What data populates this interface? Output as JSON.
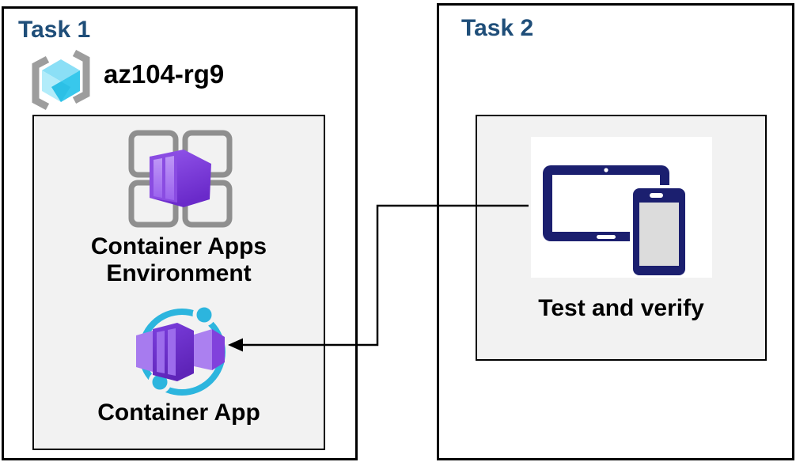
{
  "diagram": {
    "task1": {
      "title": "Task 1",
      "resource_group": {
        "name": "az104-rg9",
        "icon": "resource-group-icon"
      },
      "group_items": [
        {
          "label": "Container Apps Environment",
          "icon": "container-apps-environment-icon"
        },
        {
          "label": "Container App",
          "icon": "container-app-icon"
        }
      ]
    },
    "task2": {
      "title": "Task 2",
      "items": [
        {
          "label": "Test and verify",
          "icon": "devices-icon"
        }
      ]
    },
    "connector": {
      "from": "test-and-verify-icon",
      "to": "container-app-icon",
      "shape": "elbow",
      "arrowhead": "left"
    }
  },
  "colors": {
    "task_title": "#1F4E79",
    "box_border": "#000000",
    "inner_panel_bg": "#F2F2F2",
    "purple_main": "#7B3DE2",
    "purple_light": "#A97CF0",
    "purple_dark": "#6526BC",
    "ring_cyan": "#2CB5DE",
    "cube_cyan_top": "#8BDFF6",
    "cube_cyan_left": "#B2ECFA",
    "cube_cyan_right": "#38C8EC",
    "device_navy": "#1B1F6F",
    "frame_gray": "#8F8F8F",
    "bracket_gray": "#9D9D9D",
    "label_text": "#000000"
  }
}
